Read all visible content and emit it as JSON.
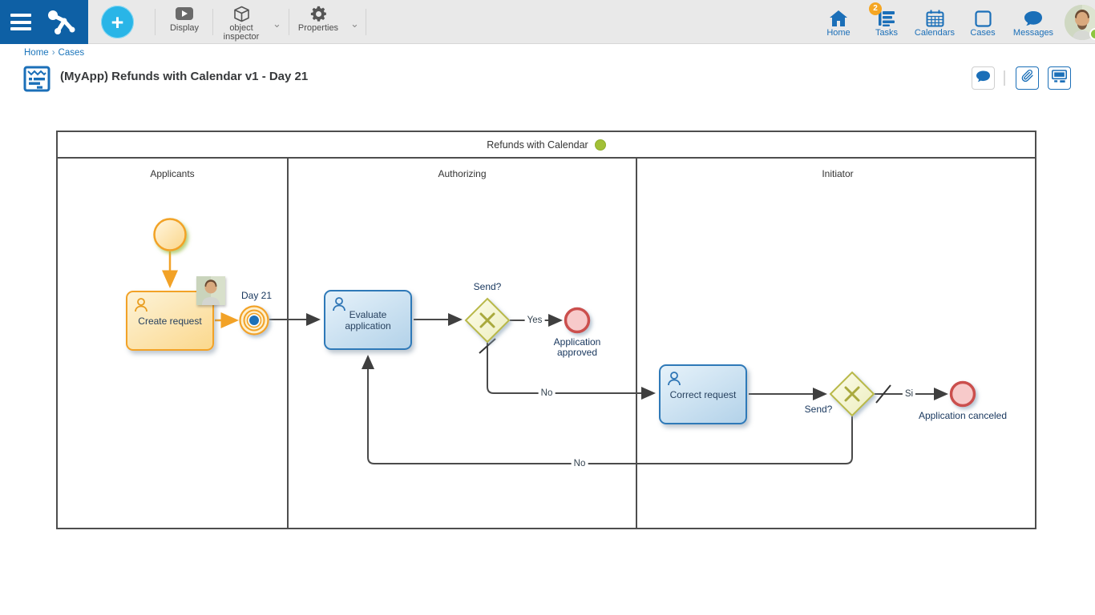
{
  "toolbar": {
    "add": "+",
    "display": "Display",
    "object_inspector": "object inspector",
    "properties": "Properties"
  },
  "nav": {
    "home": "Home",
    "tasks": "Tasks",
    "tasks_badge": "2",
    "calendars": "Calendars",
    "cases": "Cases",
    "messages": "Messages"
  },
  "breadcrumb": {
    "home": "Home",
    "sep": "›",
    "cases": "Cases"
  },
  "page": {
    "title": "(MyApp) Refunds with Calendar v1 - Day 21"
  },
  "diagram": {
    "pool_title": "Refunds with Calendar",
    "lanes": {
      "lane1": "Applicants",
      "lane2": "Authorizing",
      "lane3": "Initiator"
    },
    "tasks": {
      "create": "Create request",
      "evaluate": "Evaluate application",
      "correct": "Correct request"
    },
    "gateways": {
      "g1": "Send?",
      "g2": "Send?"
    },
    "events": {
      "approved": "Application approved",
      "canceled": "Application canceled"
    },
    "labels": {
      "timer": "Day 21",
      "yes": "Yes",
      "no1": "No",
      "si": "Si",
      "no2": "No"
    }
  },
  "colors": {
    "brand_blue": "#0e60a5",
    "accent_cyan": "#29b5e7",
    "nav_blue": "#1b6fb8",
    "badge_orange": "#f5a623",
    "task_orange": "#f2a227",
    "task_blue": "#2e79b8",
    "gateway_olive": "#b9b94a",
    "end_red": "#cb4f4d",
    "status_green": "#a2c037",
    "presence_green": "#8dc63f",
    "token_blue": "#1d6fb8"
  }
}
